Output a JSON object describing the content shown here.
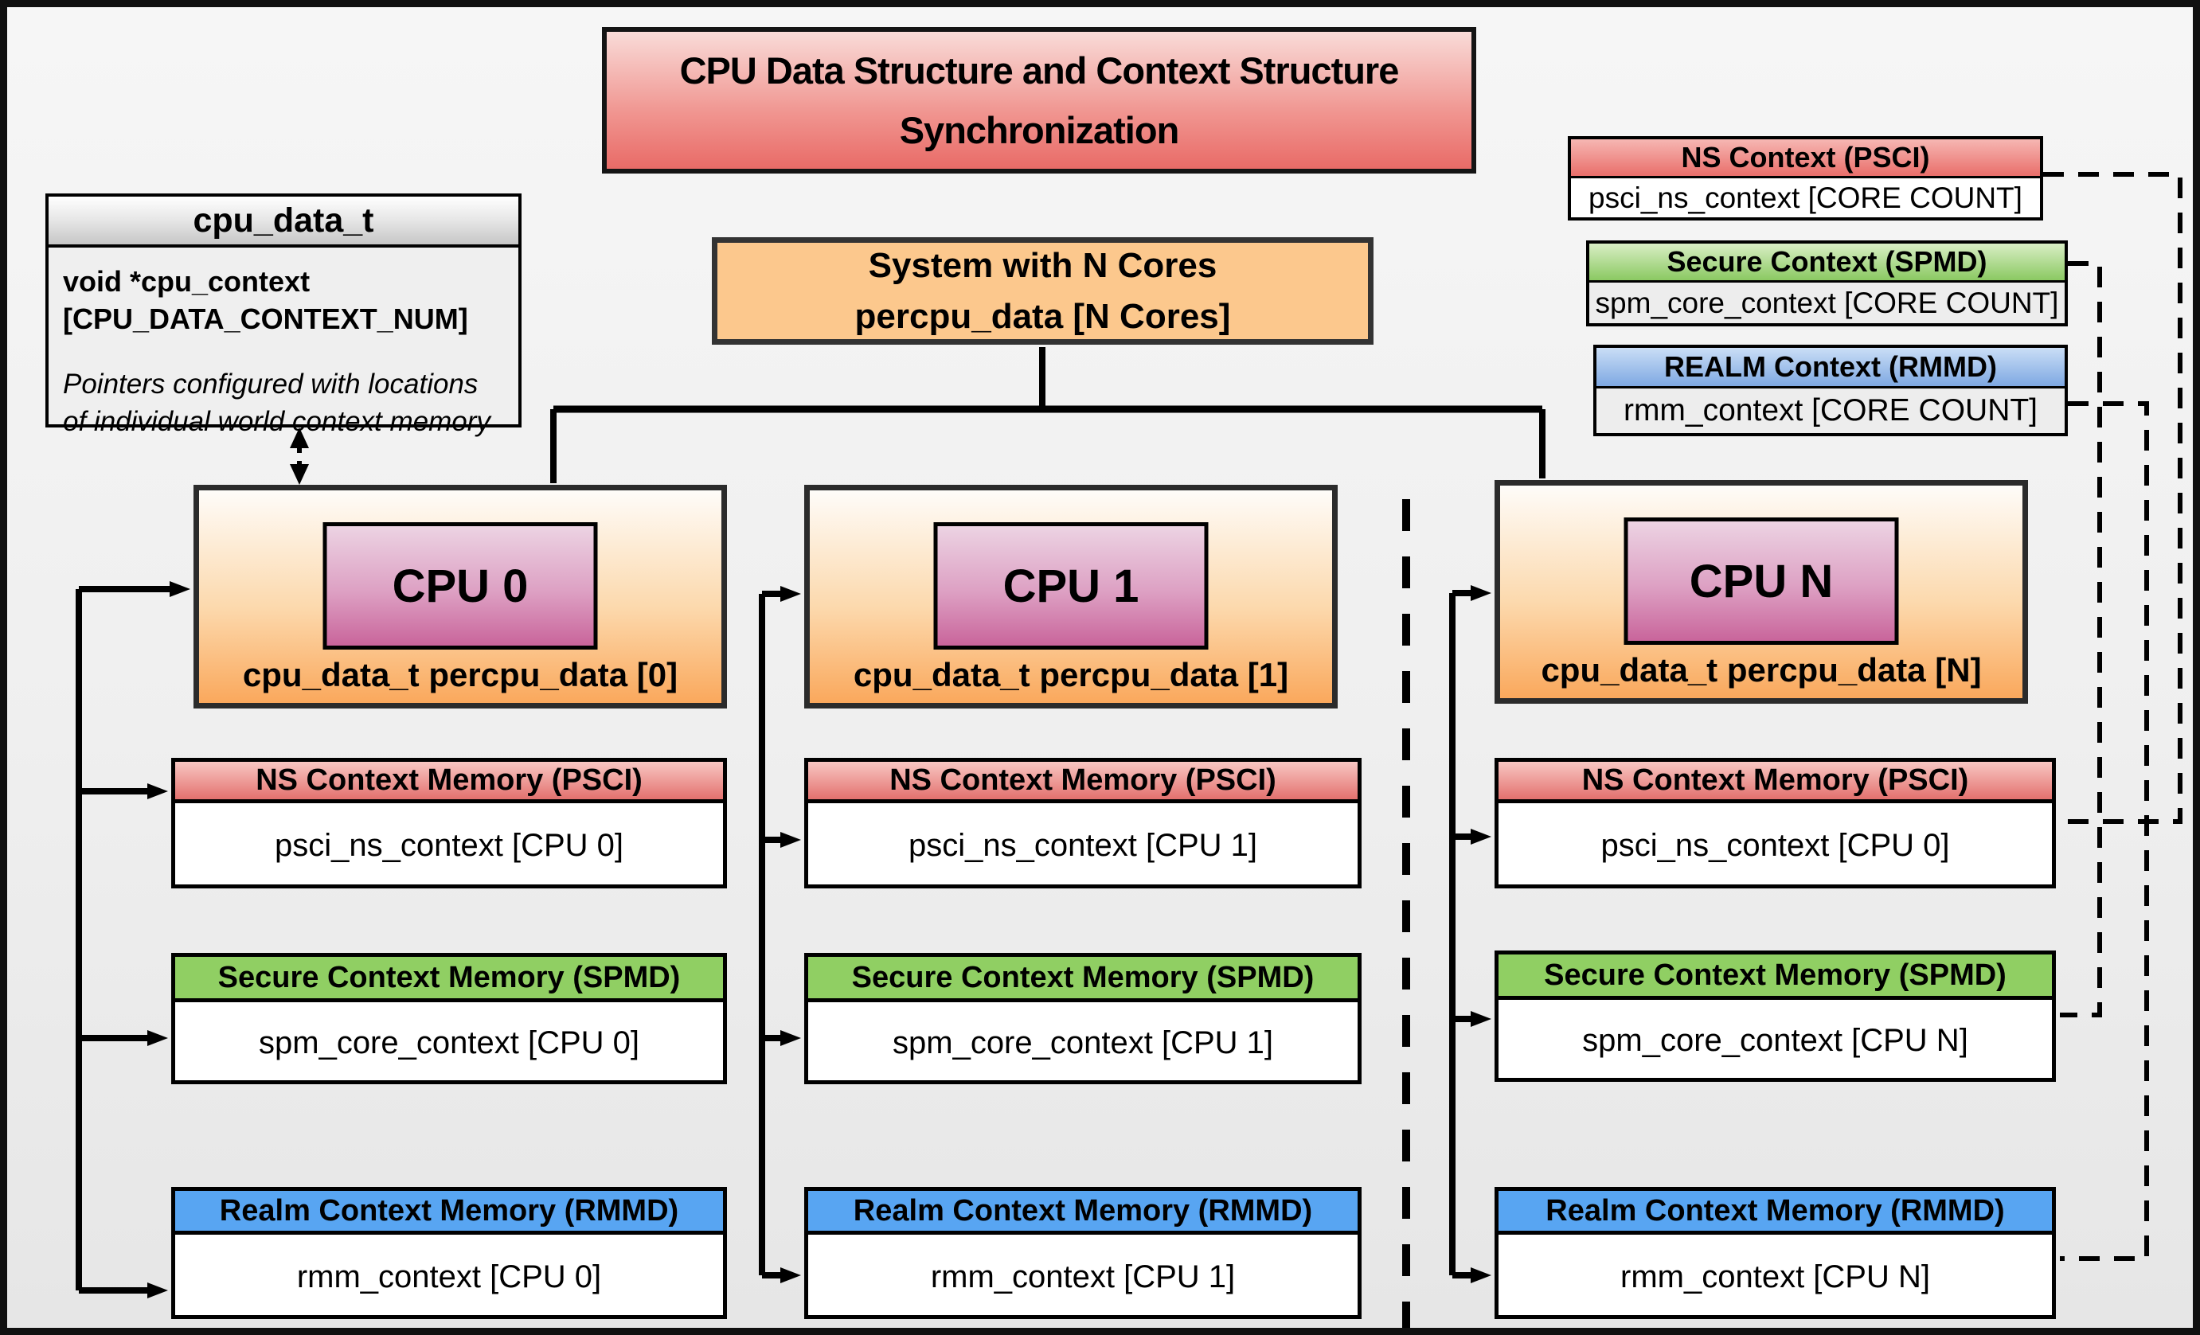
{
  "title": {
    "line1": "CPU Data Structure and Context Structure",
    "line2": "Synchronization"
  },
  "cpu_data_struct": {
    "header": "cpu_data_t",
    "field_line1": "void  *cpu_context",
    "field_line2": "[CPU_DATA_CONTEXT_NUM]",
    "note_line1": "Pointers configured with locations",
    "note_line2": "of individual world context memory"
  },
  "system_box": {
    "line1": "System with N Cores",
    "line2": "percpu_data [N Cores]"
  },
  "legend": {
    "ns": {
      "title": "NS Context  (PSCI)",
      "body": "psci_ns_context [CORE COUNT]"
    },
    "secure": {
      "title": "Secure Context (SPMD)",
      "body": "spm_core_context [CORE COUNT]"
    },
    "realm": {
      "title": "REALM Context (RMMD)",
      "body": "rmm_context [CORE COUNT]"
    }
  },
  "memory_headers": {
    "ns": "NS Context Memory (PSCI)",
    "secure": "Secure Context Memory (SPMD)",
    "realm": "Realm Context Memory (RMMD)"
  },
  "cpus": [
    {
      "badge": "CPU 0",
      "label": "cpu_data_t percpu_data [0]",
      "ns": "psci_ns_context [CPU 0]",
      "secure": "spm_core_context [CPU 0]",
      "realm": "rmm_context [CPU 0]"
    },
    {
      "badge": "CPU 1",
      "label": "cpu_data_t percpu_data [1]",
      "ns": "psci_ns_context [CPU 1]",
      "secure": "spm_core_context [CPU 1]",
      "realm": "rmm_context [CPU 1]"
    },
    {
      "badge": "CPU N",
      "label": "cpu_data_t percpu_data [N]",
      "ns": "psci_ns_context [CPU 0]",
      "secure": "spm_core_context [CPU N]",
      "realm": "rmm_context [CPU N]"
    }
  ],
  "colors": {
    "ns_red": "#e9706c",
    "secure_green": "#90cf63",
    "realm_blue": "#58a5f2",
    "system_orange": "#fcc88d",
    "cpu_badge_pink": "#c9659b",
    "title_red": "#e96b67"
  }
}
